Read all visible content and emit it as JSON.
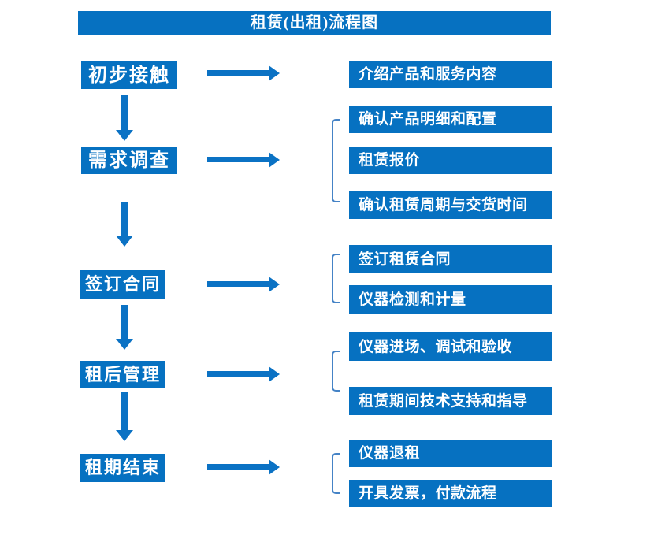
{
  "title": "租赁(出租)流程图",
  "colors": {
    "box_blue": "#0671C1",
    "arrow_blue": "#0B72C4",
    "bracket_blue": "#4583C6",
    "text_white": "#FFFFFF"
  },
  "steps": [
    {
      "label": "初步接触"
    },
    {
      "label": "需求调查"
    },
    {
      "label": "签订合同"
    },
    {
      "label": "租后管理"
    },
    {
      "label": "租期结束"
    }
  ],
  "outputs": [
    {
      "label": "介绍产品和服务内容"
    },
    {
      "label": "确认产品明细和配置"
    },
    {
      "label": "租赁报价"
    },
    {
      "label": "确认租赁周期与交货时间"
    },
    {
      "label": "签订租赁合同"
    },
    {
      "label": "仪器检测和计量"
    },
    {
      "label": "仪器进场、调试和验收"
    },
    {
      "label": "租赁期间技术支持和指导"
    },
    {
      "label": "仪器退租"
    },
    {
      "label": "开具发票，付款流程"
    }
  ]
}
